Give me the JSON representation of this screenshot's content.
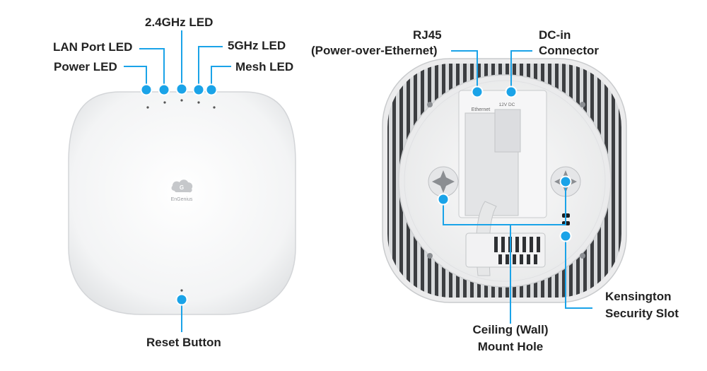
{
  "front": {
    "logo_text": "EnGenius",
    "labels": {
      "lan_port_led": "LAN Port LED",
      "ghz24_led": "2.4GHz LED",
      "ghz5_led": "5GHz LED",
      "power_led": "Power LED",
      "mesh_led": "Mesh LED",
      "reset_button": "Reset Button"
    }
  },
  "back": {
    "port_text_ethernet": "Ethernet",
    "port_text_dc": "12V DC",
    "labels": {
      "rj45_line1": "RJ45",
      "rj45_line2": "(Power-over-Ethernet)",
      "dcin_line1": "DC-in",
      "dcin_line2": "Connector",
      "kensington_line1": "Kensington",
      "kensington_line2": "Security Slot",
      "mount_line1": "Ceiling (Wall)",
      "mount_line2": "Mount Hole"
    }
  },
  "colors": {
    "callout": "#1aa3e8",
    "device_body": "#f4f5f6",
    "text": "#222222"
  }
}
